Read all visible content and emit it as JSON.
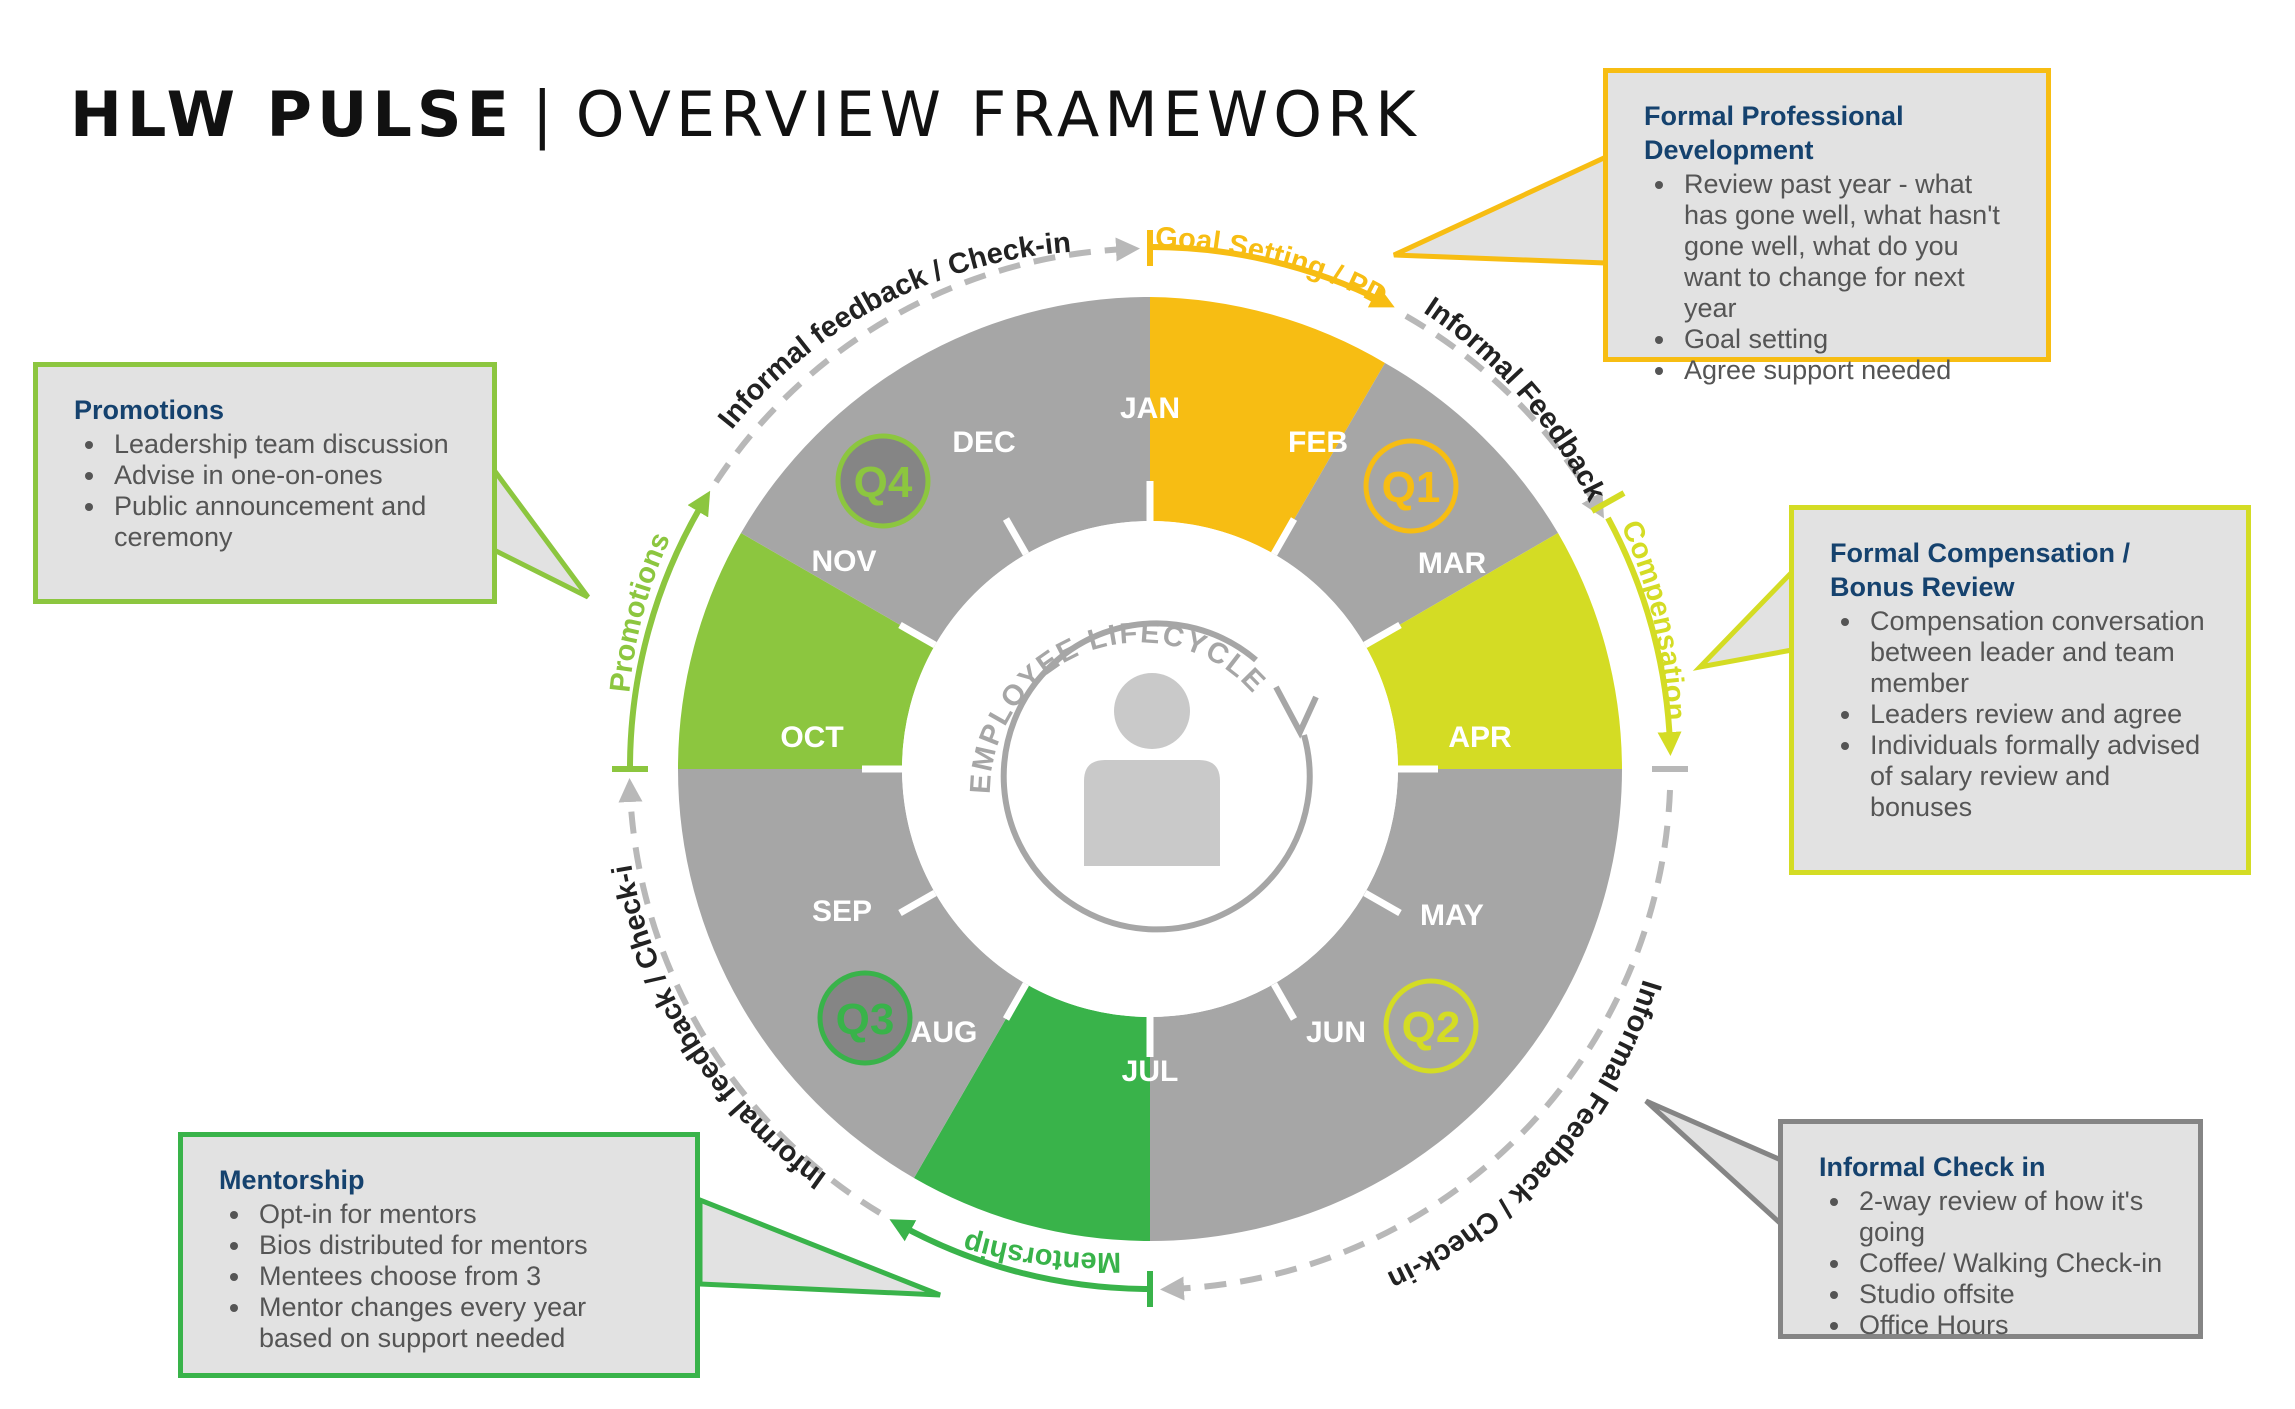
{
  "title": {
    "bold": "HLW PULSE",
    "separator": "|",
    "light": "OVERVIEW FRAMEWORK"
  },
  "center": {
    "label": "EMPLOYEE LIFECYCLE",
    "icon": "person-icon"
  },
  "months": [
    "JAN",
    "FEB",
    "MAR",
    "APR",
    "MAY",
    "JUN",
    "JUL",
    "AUG",
    "SEP",
    "OCT",
    "NOV",
    "DEC"
  ],
  "quarters": [
    "Q1",
    "Q2",
    "Q3",
    "Q4"
  ],
  "arcs": {
    "goal_setting": "Goal Setting / PD",
    "informal_feedback": "Informal Feedback",
    "compensation": "Compensation",
    "informal_feedback_checkin_right": "Informal Feedback / Check-in",
    "mentorship": "Mentorship",
    "informal_feedback_checkin_left": "Informal feedback / Check-in",
    "promotions": "Promotions",
    "informal_feedback_checkin_top": "Informal feedback / Check-in"
  },
  "boxes": {
    "formal_pd": {
      "title": "Formal Professional Development",
      "items": [
        "Review past year - what has gone well, what hasn't gone well, what do you want to change for next year",
        "Goal setting",
        "Agree support needed"
      ]
    },
    "compensation": {
      "title": "Formal Compensation / Bonus Review",
      "items": [
        "Compensation conversation between leader and team member",
        "Leaders review and agree",
        "Individuals formally advised of salary review and bonuses"
      ]
    },
    "checkin": {
      "title": "Informal Check in",
      "items": [
        "2-way review of how it's going",
        "Coffee/ Walking Check-in",
        "Studio offsite",
        "Office Hours"
      ]
    },
    "mentorship": {
      "title": "Mentorship",
      "items": [
        "Opt-in for mentors",
        "Bios distributed for mentors",
        "Mentees choose from 3",
        "Mentor changes every year based on support needed"
      ]
    },
    "promotions": {
      "title": "Promotions",
      "items": [
        "Leadership team discussion",
        "Advise in one-on-ones",
        "Public announcement and ceremony"
      ]
    }
  },
  "colors": {
    "gray": "#a6a6a6",
    "yellow": "#f7bd13",
    "lime": "#d4dc24",
    "light_green": "#8cc63f",
    "green": "#39b34a",
    "dark_gray": "#858585",
    "navy": "#15426e"
  }
}
